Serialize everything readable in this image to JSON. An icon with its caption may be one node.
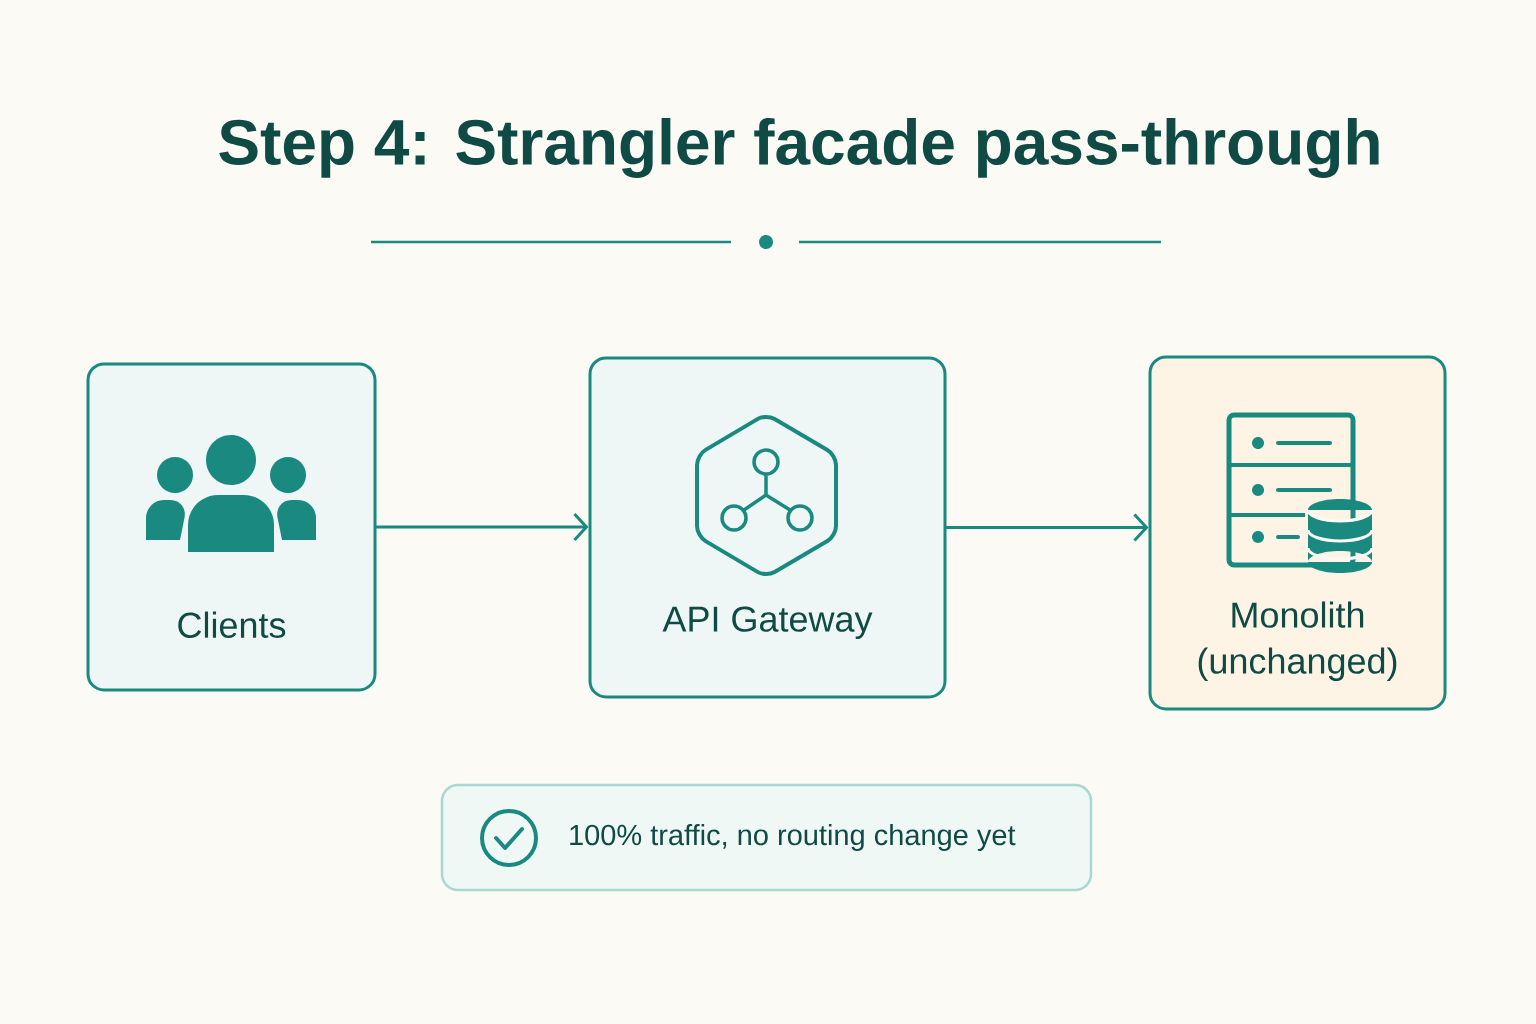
{
  "diagram": {
    "title": "Step 4: Strangler facade pass-through",
    "nodes": [
      {
        "text": [
          "Clients"
        ]
      },
      {
        "text": [
          "API Gateway"
        ]
      },
      {
        "text": [
          "Monolith (unchanged)"
        ]
      },
      {
        "text": [
          "100% traffic, no routing change yet"
        ]
      }
    ],
    "edges": [
      {
        "from": 0,
        "to": 1,
        "arrow": "to"
      },
      {
        "from": 1,
        "to": 2,
        "arrow": "to"
      }
    ]
  }
}
